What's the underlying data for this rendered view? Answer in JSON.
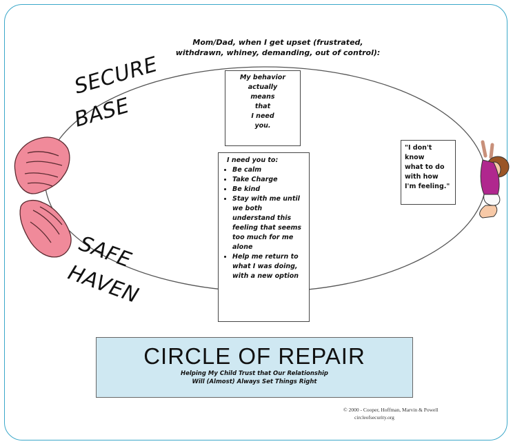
{
  "header": {
    "line1": "Mom/Dad, when I get upset (frustrated,",
    "line2": "withdrawn, whiney, demanding, out of control):"
  },
  "behavior_box": {
    "lines": [
      "My behavior",
      "actually",
      "means",
      "that",
      "I need",
      "you."
    ]
  },
  "need_box": {
    "heading": "I need you to:",
    "items": [
      "Be calm",
      "Take Charge",
      "Be kind",
      "Stay with me until we both understand this feeling that seems too much for me alone",
      "Help me return to what I was doing, with a new option"
    ]
  },
  "child_box": {
    "lines": [
      "\"I don't",
      "know",
      "what to do",
      "with how",
      "I'm feeling.\""
    ]
  },
  "labels": {
    "secure": "SECURE",
    "base": "BASE",
    "safe": "SAFE",
    "haven": "HAVEN"
  },
  "title": {
    "main": "CIRCLE OF REPAIR",
    "sub1": "Helping My Child Trust that Our Relationship",
    "sub2": "Will (Almost) Always Set Things Right"
  },
  "copyright": {
    "line1": "© 2000 - Cooper, Hoffman, Marvin & Powell",
    "line2": "circleofsecurity.org"
  },
  "colors": {
    "frame": "#3aa7c9",
    "banner": "#cfe8f2",
    "hands": "#f08a9a",
    "child_shirt": "#b0278e",
    "child_hair": "#9a5526",
    "child_skin": "#f7c9a7"
  }
}
